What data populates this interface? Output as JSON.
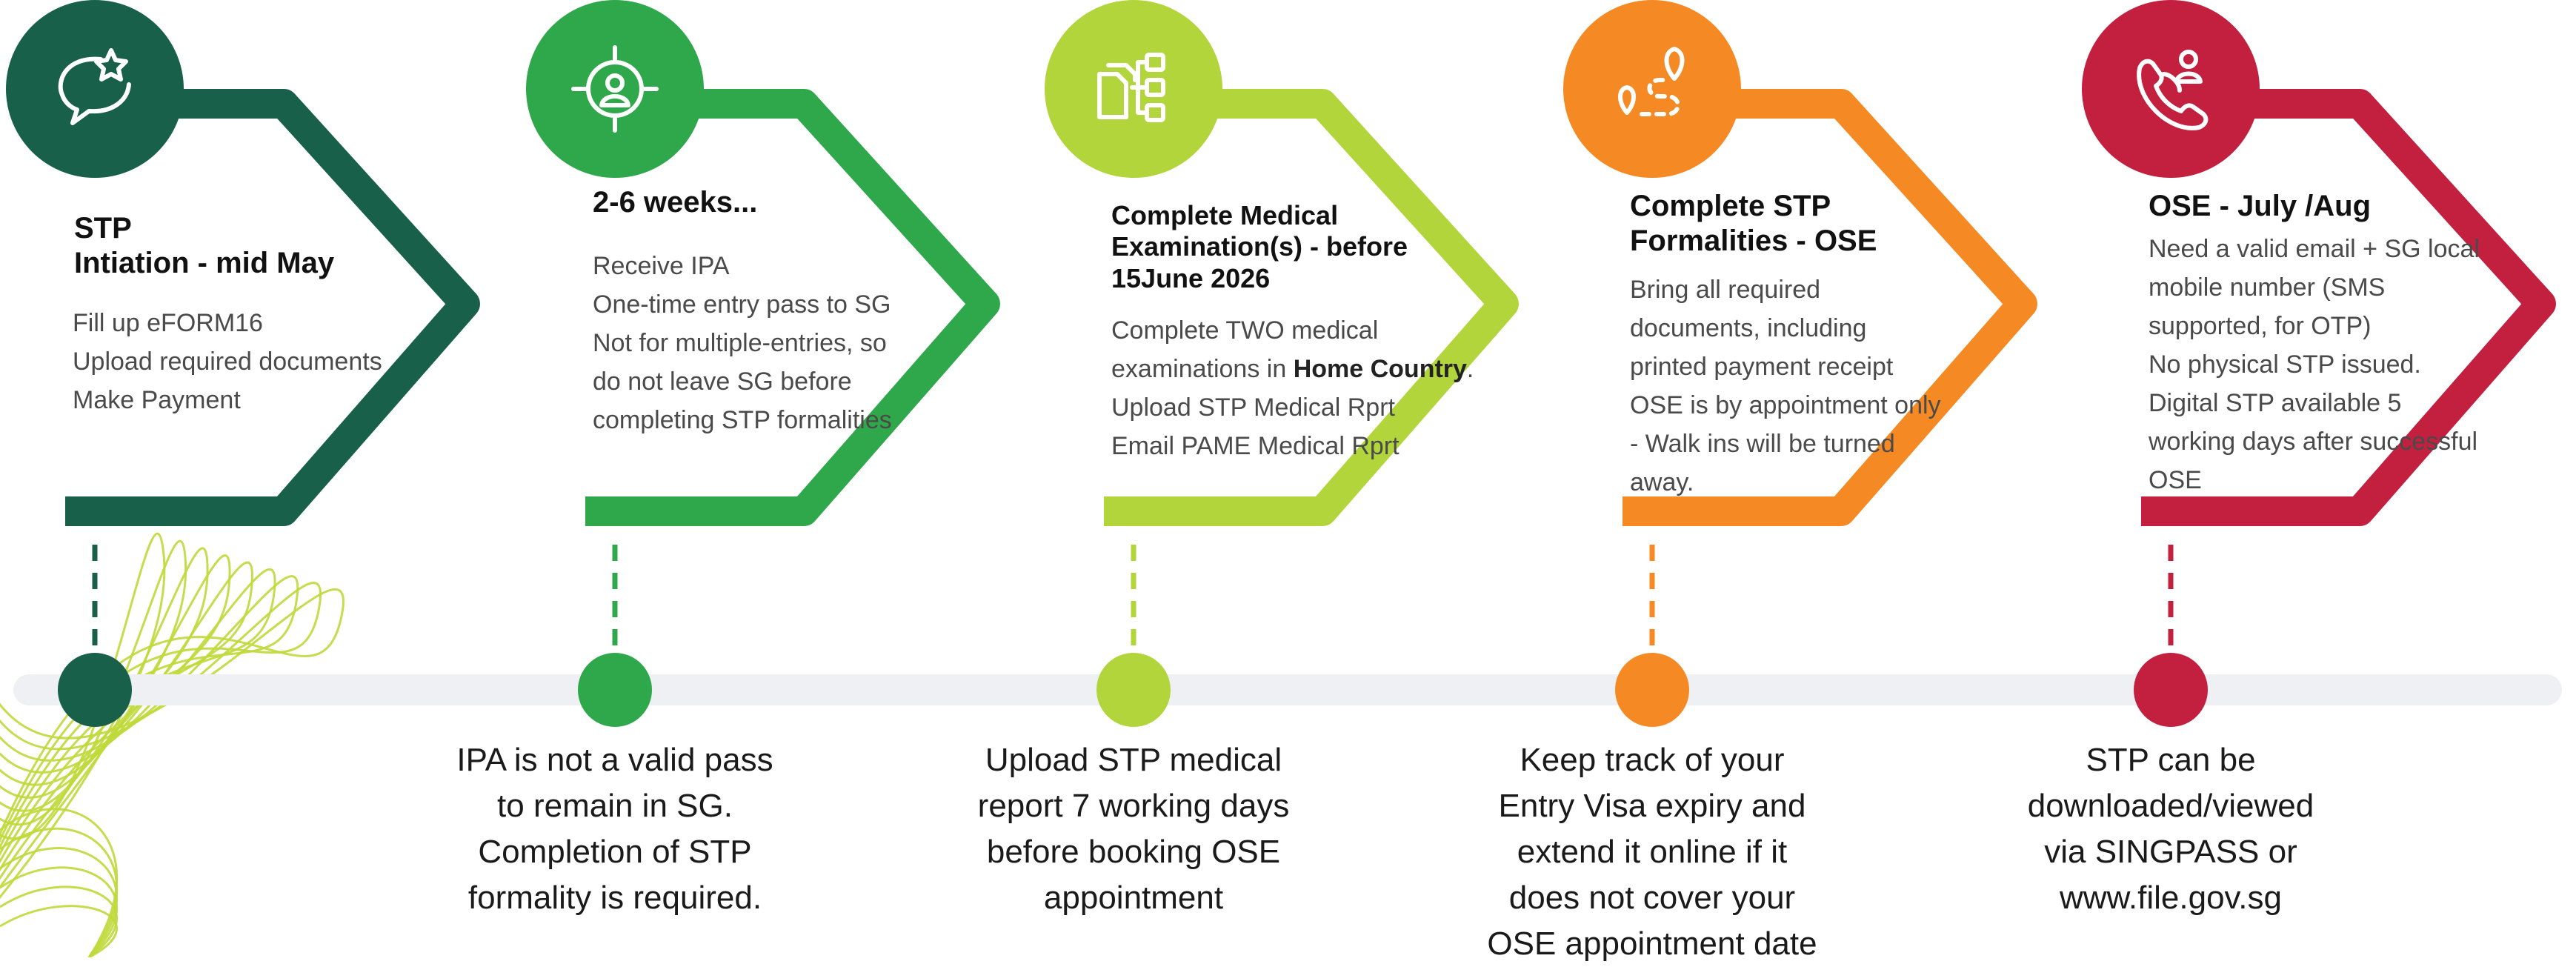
{
  "colors": {
    "step1": "#18604a",
    "step2": "#2ea84b",
    "step3": "#b2d53c",
    "step4": "#f58a24",
    "step5": "#c32040",
    "timeline": "#eef0f4",
    "swirl": "#bfd93a"
  },
  "steps": [
    {
      "icon": "chat-star-icon",
      "title": [
        "STP",
        "Intiation - mid May"
      ],
      "body": [
        "Fill up eFORM16",
        "Upload required documents",
        "Make Payment"
      ],
      "note": []
    },
    {
      "icon": "person-target-icon",
      "title": [
        "2-6 weeks..."
      ],
      "body": [
        "Receive IPA",
        "One-time entry pass to SG",
        "Not for multiple-entries, so",
        "do not leave SG before",
        "completing STP formalities"
      ],
      "note": [
        "IPA is not a valid pass",
        "to remain in SG.",
        "Completion of STP",
        "formality is required."
      ]
    },
    {
      "icon": "document-flow-icon",
      "title": [
        "Complete Medical",
        "Examination(s) - before",
        "15June 2026"
      ],
      "body": [
        "Complete TWO medical",
        "examinations in |Home Country|.",
        "Upload STP Medical Rprt",
        "Email PAME Medical Rprt"
      ],
      "note": [
        "Upload STP medical",
        "report 7 working days",
        "before booking OSE",
        "appointment"
      ]
    },
    {
      "icon": "route-pin-icon",
      "title": [
        "Complete STP",
        "Formalities  - OSE"
      ],
      "body": [
        "Bring all required",
        "documents, including",
        "printed payment receipt",
        "OSE is by appointment only",
        "- Walk ins will be turned",
        "away."
      ],
      "note": [
        "Keep track of your",
        "Entry Visa expiry and",
        "extend it online if it",
        "does not cover your",
        "OSE appointment date"
      ]
    },
    {
      "icon": "phone-person-icon",
      "title": [
        "OSE - July /Aug"
      ],
      "body": [
        "Need a valid email + SG local",
        "mobile number (SMS",
        "supported, for OTP)",
        "No physical STP issued.",
        "Digital STP available 5",
        "working days after successful",
        "OSE"
      ],
      "note": [
        "STP can be",
        "downloaded/viewed",
        "via SINGPASS or",
        "www.file.gov.sg"
      ]
    }
  ]
}
